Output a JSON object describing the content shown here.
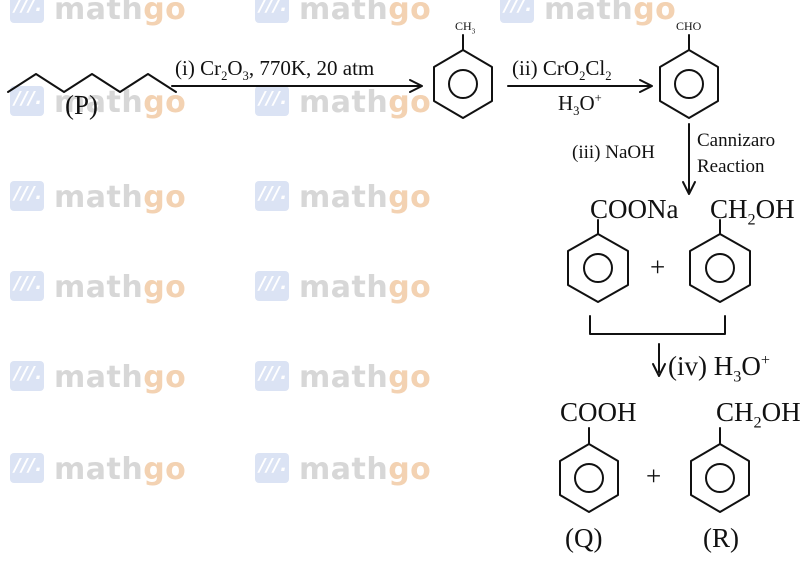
{
  "watermark": {
    "prefix": "math",
    "on": "on",
    "suffix": "go"
  },
  "compounds": {
    "p_label": "(P)",
    "toluene_group": "CH",
    "toluene_group_sub": "3",
    "benzaldehyde_group": "CHO",
    "sodium_benzoate_group": "COONa",
    "benzyl_alcohol_group_1": "CH",
    "benzyl_alcohol_group_1_sub": "2",
    "benzyl_alcohol_group_1_tail": "OH",
    "benzoic_acid_group": "COOH",
    "benzyl_alcohol_group_2": "CH",
    "benzyl_alcohol_group_2_sub": "2",
    "benzyl_alcohol_group_2_tail": "OH",
    "q_label": "(Q)",
    "r_label": "(R)",
    "plus_1": "+",
    "plus_2": "+"
  },
  "steps": {
    "step1": {
      "prefix": "(i) Cr",
      "sub1": "2",
      "mid": "O",
      "sub2": "3",
      "suffix": ", 770K, 20 atm"
    },
    "step2": {
      "prefix": "(ii) CrO",
      "sub1": "2",
      "mid": "Cl",
      "sub2": "2",
      "line2_prefix": "H",
      "line2_sub": "3",
      "line2_mid": "O",
      "line2_sup": "+"
    },
    "step3": {
      "reagent": "(iii) NaOH",
      "name_line1": "Cannizaro",
      "name_line2": "Reaction"
    },
    "step4": {
      "prefix": "(iv) H",
      "sub": "3",
      "mid": "O",
      "sup": "+"
    }
  }
}
